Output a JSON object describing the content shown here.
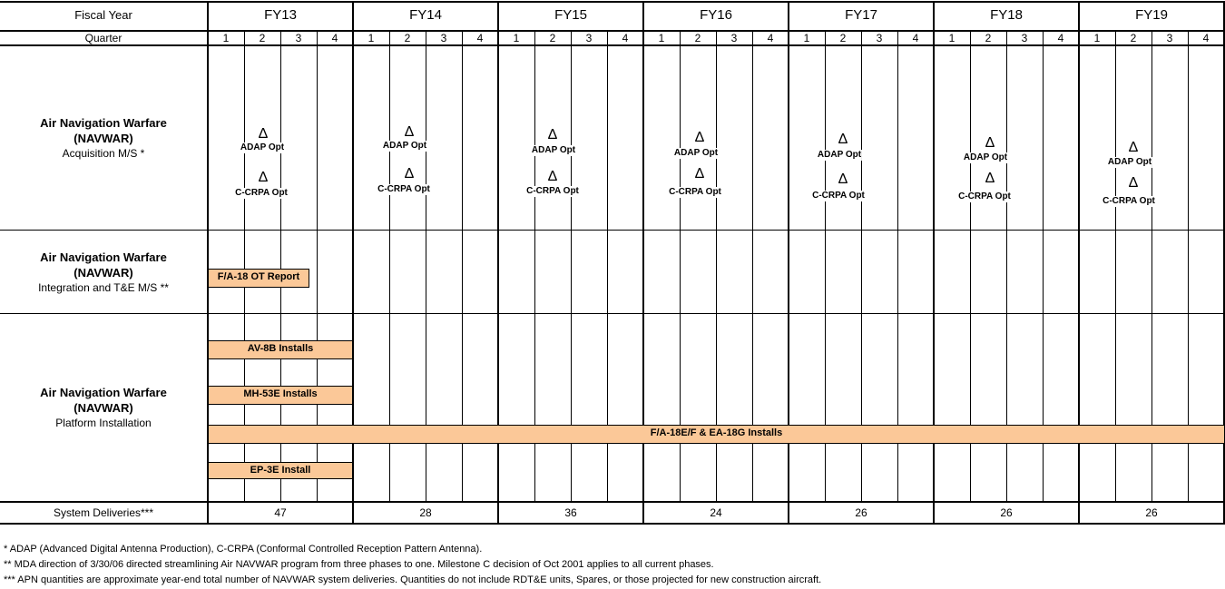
{
  "header": {
    "fiscal_year_label": "Fiscal Year",
    "quarter_label": "Quarter",
    "years": [
      "FY13",
      "FY14",
      "FY15",
      "FY16",
      "FY17",
      "FY18",
      "FY19"
    ],
    "quarters": [
      "1",
      "2",
      "3",
      "4"
    ]
  },
  "rows": {
    "acquisition": {
      "title": "Air Navigation Warfare",
      "subtitle": "(NAVWAR)",
      "desc": "Acquisition  M/S *"
    },
    "integration": {
      "title": "Air Navigation Warfare",
      "subtitle": "(NAVWAR)",
      "desc": "Integration and T&E M/S **"
    },
    "platform": {
      "title": "Air Navigation Warfare",
      "subtitle": "(NAVWAR)",
      "desc": "Platform Installation"
    }
  },
  "milestone_symbol": "Δ",
  "milestones": [
    {
      "year": "FY13",
      "quarter": 2,
      "adap": "ADAP Opt",
      "ccrpa": "C-CRPA Opt"
    },
    {
      "year": "FY14",
      "quarter": 2,
      "adap": "ADAP Opt",
      "ccrpa": "C-CRPA Opt"
    },
    {
      "year": "FY15",
      "quarter": 2,
      "adap": "ADAP Opt",
      "ccrpa": "C-CRPA Opt"
    },
    {
      "year": "FY16",
      "quarter": 2,
      "adap": "ADAP Opt",
      "ccrpa": "C-CRPA Opt"
    },
    {
      "year": "FY17",
      "quarter": 2,
      "adap": "ADAP Opt",
      "ccrpa": "C-CRPA Opt"
    },
    {
      "year": "FY18",
      "quarter": 2,
      "adap": "ADAP Opt",
      "ccrpa": "C-CRPA Opt"
    },
    {
      "year": "FY19",
      "quarter": 2,
      "adap": "ADAP Opt",
      "ccrpa": "C-CRPA Opt"
    }
  ],
  "bars": {
    "ot_report": {
      "label": "F/A-18 OT Report",
      "start": "FY13 Q1",
      "end": "FY13 Q3"
    },
    "av8b": {
      "label": "AV-8B Installs",
      "start": "FY13 Q1",
      "end": "FY13 Q4"
    },
    "mh53e": {
      "label": "MH-53E Installs",
      "start": "FY13 Q1",
      "end": "FY13 Q4"
    },
    "fa18": {
      "label": "F/A-18E/F & EA-18G Installs",
      "start": "FY13 Q1",
      "end": "FY19 Q4"
    },
    "ep3e": {
      "label": "EP-3E  Install",
      "start": "FY13 Q1",
      "end": "FY13 Q4"
    }
  },
  "deliveries": {
    "label": "System Deliveries***",
    "values": [
      "47",
      "28",
      "36",
      "24",
      "26",
      "26",
      "26"
    ]
  },
  "footnotes": [
    "*  ADAP (Advanced Digital Antenna Production), C-CRPA (Conformal Controlled Reception Pattern Antenna).",
    "**  MDA direction of 3/30/06 directed streamlining Air NAVWAR program from three phases to one.  Milestone C decision of Oct 2001 applies to all current phases.",
    "***  APN quantities are approximate year-end total number of NAVWAR system deliveries.  Quantities do not include RDT&E units, Spares, or those projected for new construction aircraft."
  ],
  "colors": {
    "bar_fill": "#fbc898",
    "line": "#000000"
  }
}
